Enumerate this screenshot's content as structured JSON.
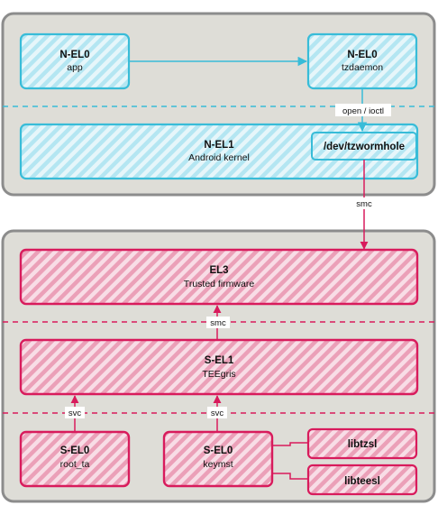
{
  "colors": {
    "normal_world_border": "#38bcd8",
    "normal_world_fill": "#b4e6f2",
    "secure_world_border": "#d81b5c",
    "secure_world_fill": "#eba0b8",
    "panel_bg": "#deddd7",
    "panel_border": "#8c8c8c",
    "divider_normal": "#38bcd8",
    "divider_secure": "#d81b5c"
  },
  "normal_world": {
    "app": {
      "title": "N-EL0",
      "subtitle": "app"
    },
    "tzdaemon": {
      "title": "N-EL0",
      "subtitle": "tzdaemon"
    },
    "kernel": {
      "title": "N-EL1",
      "subtitle": "Android kernel"
    },
    "device": {
      "label": "/dev/tzwormhole"
    }
  },
  "secure_world": {
    "el3": {
      "title": "EL3",
      "subtitle": "Trusted firmware"
    },
    "sel1": {
      "title": "S-EL1",
      "subtitle": "TEEgris"
    },
    "root_ta": {
      "title": "S-EL0",
      "subtitle": "root_ta"
    },
    "keymst": {
      "title": "S-EL0",
      "subtitle": "keymst"
    },
    "libtzsl": {
      "label": "libtzsl"
    },
    "libteesl": {
      "label": "libteesl"
    }
  },
  "edges": {
    "open_ioctl": "open / ioctl",
    "smc_world": "smc",
    "smc_secure": "smc",
    "svc_root": "svc",
    "svc_keymst": "svc"
  }
}
